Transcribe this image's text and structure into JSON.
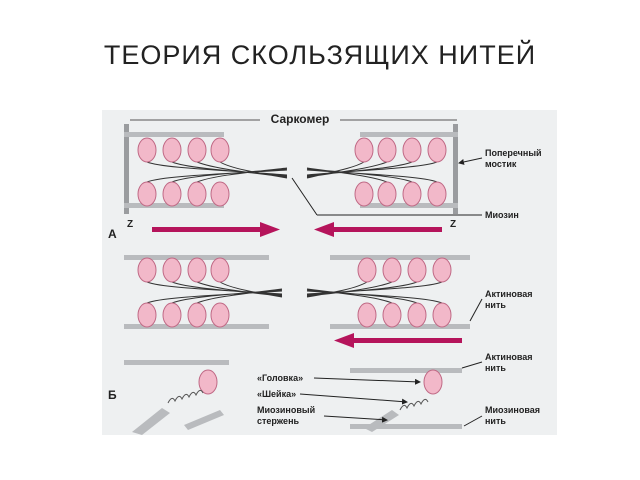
{
  "slide": {
    "title": "ТЕОРИЯ СКОЛЬЗЯЩИХ НИТЕЙ"
  },
  "figure": {
    "sarcomere_label": "Саркомер",
    "z_left": "Z",
    "z_right": "Z",
    "panel_a": "А",
    "panel_b": "Б",
    "labels": {
      "cross_bridge_1": "Поперечный",
      "cross_bridge_2": "мостик",
      "myosin": "Миозин",
      "actin_filament_1_line1": "Актиновая",
      "actin_filament_1_line2": "нить",
      "actin_filament_2_line1": "Актиновая",
      "actin_filament_2_line2": "нить",
      "head": "«Головка»",
      "neck": "«Шейка»",
      "myosin_rod_1": "Миозиновый",
      "myosin_rod_2": "стержень",
      "myosin_filament_1": "Миозиновая",
      "myosin_filament_2": "нить"
    },
    "colors": {
      "arrow": "#b5145b",
      "head_fill": "#f2b8c9",
      "head_stroke": "#c06a86",
      "filament": "#b9bbbe"
    }
  }
}
